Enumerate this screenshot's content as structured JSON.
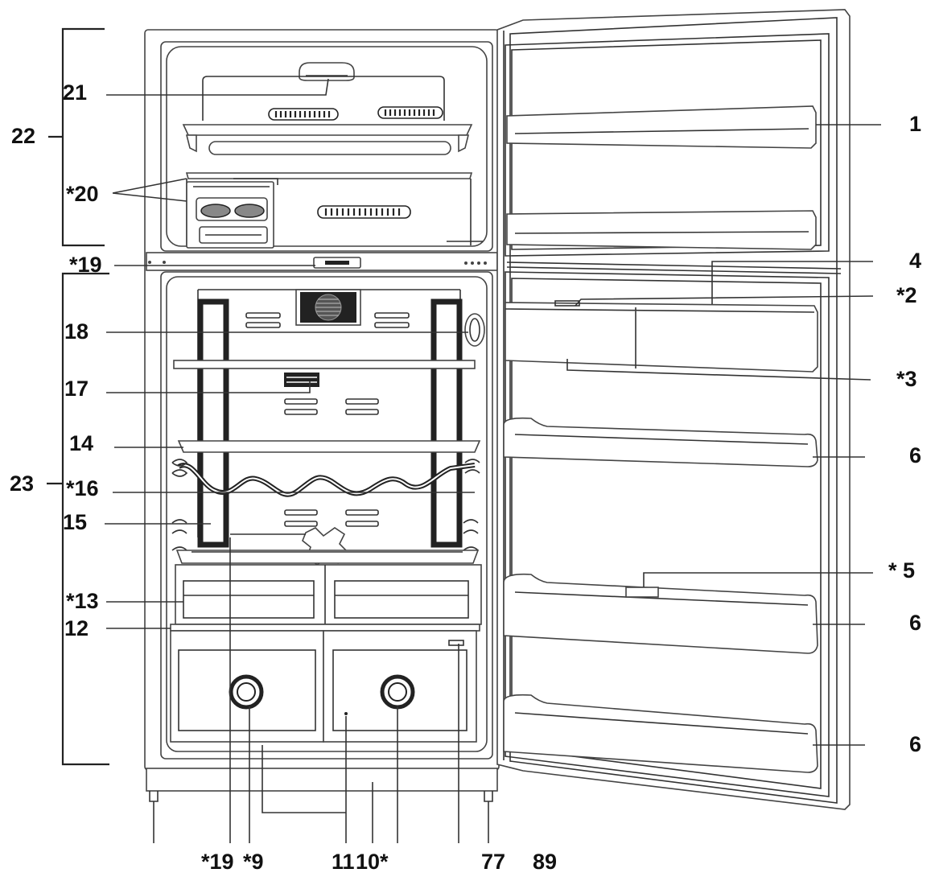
{
  "labels": {
    "l1": "1",
    "l2": "*2",
    "l3": "*3",
    "l4": "4",
    "l5": "* 5",
    "l6a": "6",
    "l6b": "6",
    "l6c": "6",
    "l12": "12",
    "l13": "*13",
    "l14": "14",
    "l15": "15",
    "l16": "*16",
    "l17": "17",
    "l18": "18",
    "l19top": "*19",
    "l20": "*20",
    "l21": "21",
    "l22": "22",
    "l23": "23",
    "b19": "*19",
    "b9": "*9",
    "b11": "11",
    "b10": "10*",
    "b77": "77",
    "b89": "89"
  }
}
